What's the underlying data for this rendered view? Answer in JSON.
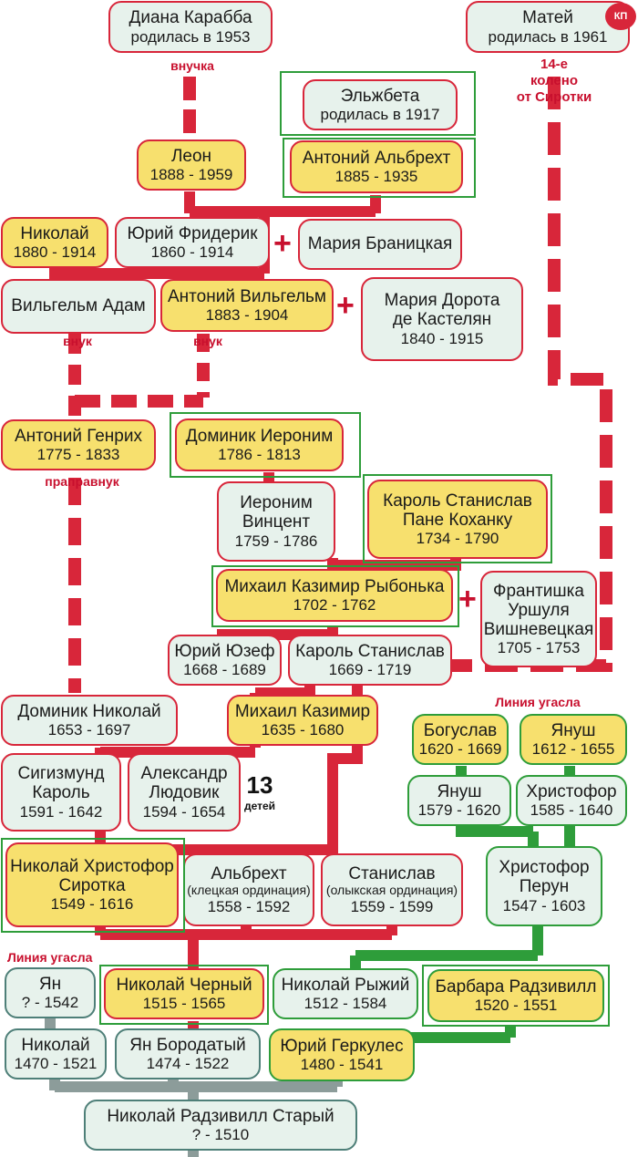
{
  "people": {
    "diana": {
      "name": "Диана Карабба",
      "years": "родилась в 1953"
    },
    "matey": {
      "name": "Матей",
      "years": "родилась в 1961"
    },
    "elzbeta": {
      "name": "Эльжбета",
      "years": "родилась в 1917"
    },
    "leon": {
      "name": "Леон",
      "years": "1888 - 1959"
    },
    "antoniy_albreht": {
      "name": "Антоний Альбрехт",
      "years": "1885 - 1935"
    },
    "nikolay_1880": {
      "name": "Николай",
      "years": "1880 - 1914"
    },
    "yuriy_friderik": {
      "name": "Юрий Фридерик",
      "years": "1860 - 1914"
    },
    "maria_branitskaya": {
      "name": "Мария Браницкая"
    },
    "vilgelm_adam": {
      "name": "Вильгельм Адам"
    },
    "antoniy_vilgelm": {
      "name": "Антоний Вильгельм",
      "years": "1883 - 1904"
    },
    "maria_dorota": {
      "name": "Мария Дорота",
      "name2": "де Кастелян",
      "years": "1840 - 1915"
    },
    "antoniy_genrih": {
      "name": "Антоний Генрих",
      "years": "1775 - 1833"
    },
    "dominik_ieronim": {
      "name": "Доминик Иероним",
      "years": "1786 - 1813"
    },
    "ieronim_vintsent": {
      "name": "Иероним",
      "name2": "Винцент",
      "years": "1759 - 1786"
    },
    "karol_panie": {
      "name": "Кароль Станислав",
      "name2": "Пане Коханку",
      "years": "1734 - 1790"
    },
    "mihail_rybonka": {
      "name": "Михаил Казимир Рыбонька",
      "years": "1702 - 1762"
    },
    "frantishka": {
      "name": "Франтишка",
      "name2": "Уршуля",
      "name3": "Вишневецкая",
      "years": "1705 - 1753"
    },
    "yuriy_yuzef": {
      "name": "Юрий Юзеф",
      "years": "1668 - 1689"
    },
    "karol_1669": {
      "name": "Кароль Станислав",
      "years": "1669 - 1719"
    },
    "dominik_nikolay": {
      "name": "Доминик Николай",
      "years": "1653 - 1697"
    },
    "mihail_1635": {
      "name": "Михаил Казимир",
      "years": "1635 - 1680"
    },
    "boguslav": {
      "name": "Богуслав",
      "years": "1620 - 1669"
    },
    "yanush_1612": {
      "name": "Януш",
      "years": "1612 - 1655"
    },
    "sigizmund": {
      "name": "Сигизмунд",
      "name2": "Кароль",
      "years": "1591 - 1642"
    },
    "aleksandr": {
      "name": "Александр",
      "name2": "Людовик",
      "years": "1594 - 1654"
    },
    "yanush_1579": {
      "name": "Януш",
      "years": "1579 - 1620"
    },
    "hristofor_1585": {
      "name": "Христофор",
      "years": "1585 - 1640"
    },
    "nikolay_sirotka": {
      "name": "Николай Христофор",
      "name2": "Сиротка",
      "years": "1549 - 1616"
    },
    "albreht": {
      "name": "Альбрехт",
      "sub": "(клецкая ординация)",
      "years": "1558 - 1592"
    },
    "stanislav": {
      "name": "Станислав",
      "sub": "(олыкская ординация)",
      "years": "1559 - 1599"
    },
    "hristofor_perun": {
      "name": "Христофор",
      "name2": "Перун",
      "years": "1547 - 1603"
    },
    "yan_1542": {
      "name": "Ян",
      "years": "? - 1542"
    },
    "nikolay_cherny": {
      "name": "Николай Черный",
      "years": "1515 - 1565"
    },
    "nikolay_ryzhiy": {
      "name": "Николай Рыжий",
      "years": "1512 - 1584"
    },
    "barbara": {
      "name": "Барбара Радзивилл",
      "years": "1520 - 1551"
    },
    "nikolay_1470": {
      "name": "Николай",
      "years": "1470 - 1521"
    },
    "yan_borodaty": {
      "name": "Ян Бородатый",
      "years": "1474 - 1522"
    },
    "yuriy_gerkules": {
      "name": "Юрий Геркулес",
      "years": "1480 - 1541"
    },
    "nikolay_stary": {
      "name": "Николай Радзивилл Старый",
      "years": "? - 1510"
    }
  },
  "labels": {
    "vnuchka": "внучка",
    "koleno": "14-е\nколено\nот Сиротки",
    "vnuk_1": "внук",
    "vnuk_2": "внук",
    "prapravnuk": "праправнук",
    "liniya_ugasla_1": "Линия угасла",
    "liniya_ugasla_2": "Линия угасла",
    "plus": "+",
    "children_count": "13",
    "children_word": "детей",
    "logo": "КП"
  },
  "colors": {
    "red_line": "#d8263a",
    "green_line": "#2e9d3a",
    "gray_line": "#8c9c9a",
    "node_fill": "#e7f2ec",
    "highlight_fill": "#f7e06e"
  }
}
